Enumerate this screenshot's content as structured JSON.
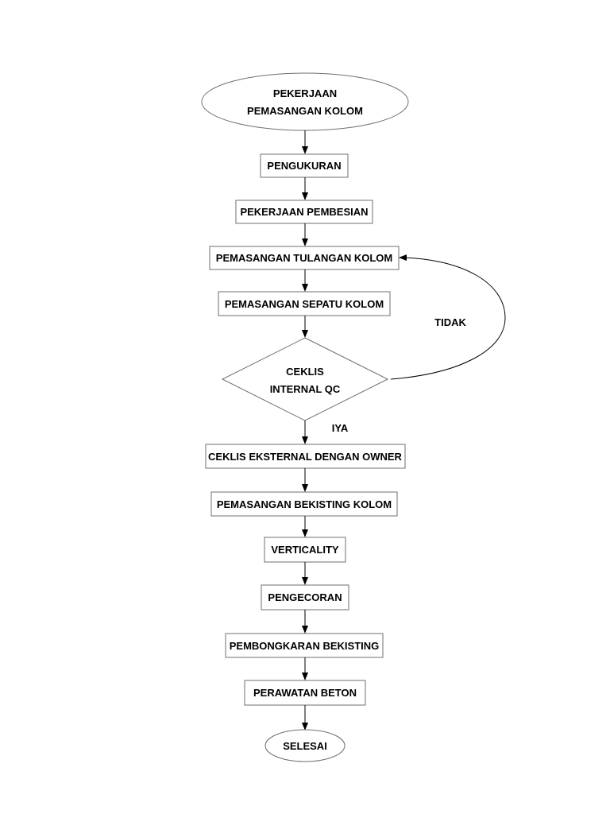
{
  "diagram": {
    "nodes": {
      "start": {
        "line1": "PEKERJAAN",
        "line2": "PEMASANGAN KOLOM"
      },
      "pengukuran": "PENGUKURAN",
      "pembesian": "PEKERJAAN PEMBESIAN",
      "tulangan": "PEMASANGAN TULANGAN KOLOM",
      "sepatu": "PEMASANGAN SEPATU KOLOM",
      "qc": {
        "line1": "CEKLIS",
        "line2": "INTERNAL QC"
      },
      "eksternal": "CEKLIS EKSTERNAL DENGAN OWNER",
      "bekisting": "PEMASANGAN BEKISTING KOLOM",
      "verticality": "VERTICALITY",
      "pengecoran": "PENGECORAN",
      "pembongkaran": "PEMBONGKARAN BEKISTING",
      "perawatan": "PERAWATAN BETON",
      "selesai": "SELESAI"
    },
    "edge_labels": {
      "no": "TIDAK",
      "yes": "IYA"
    }
  }
}
